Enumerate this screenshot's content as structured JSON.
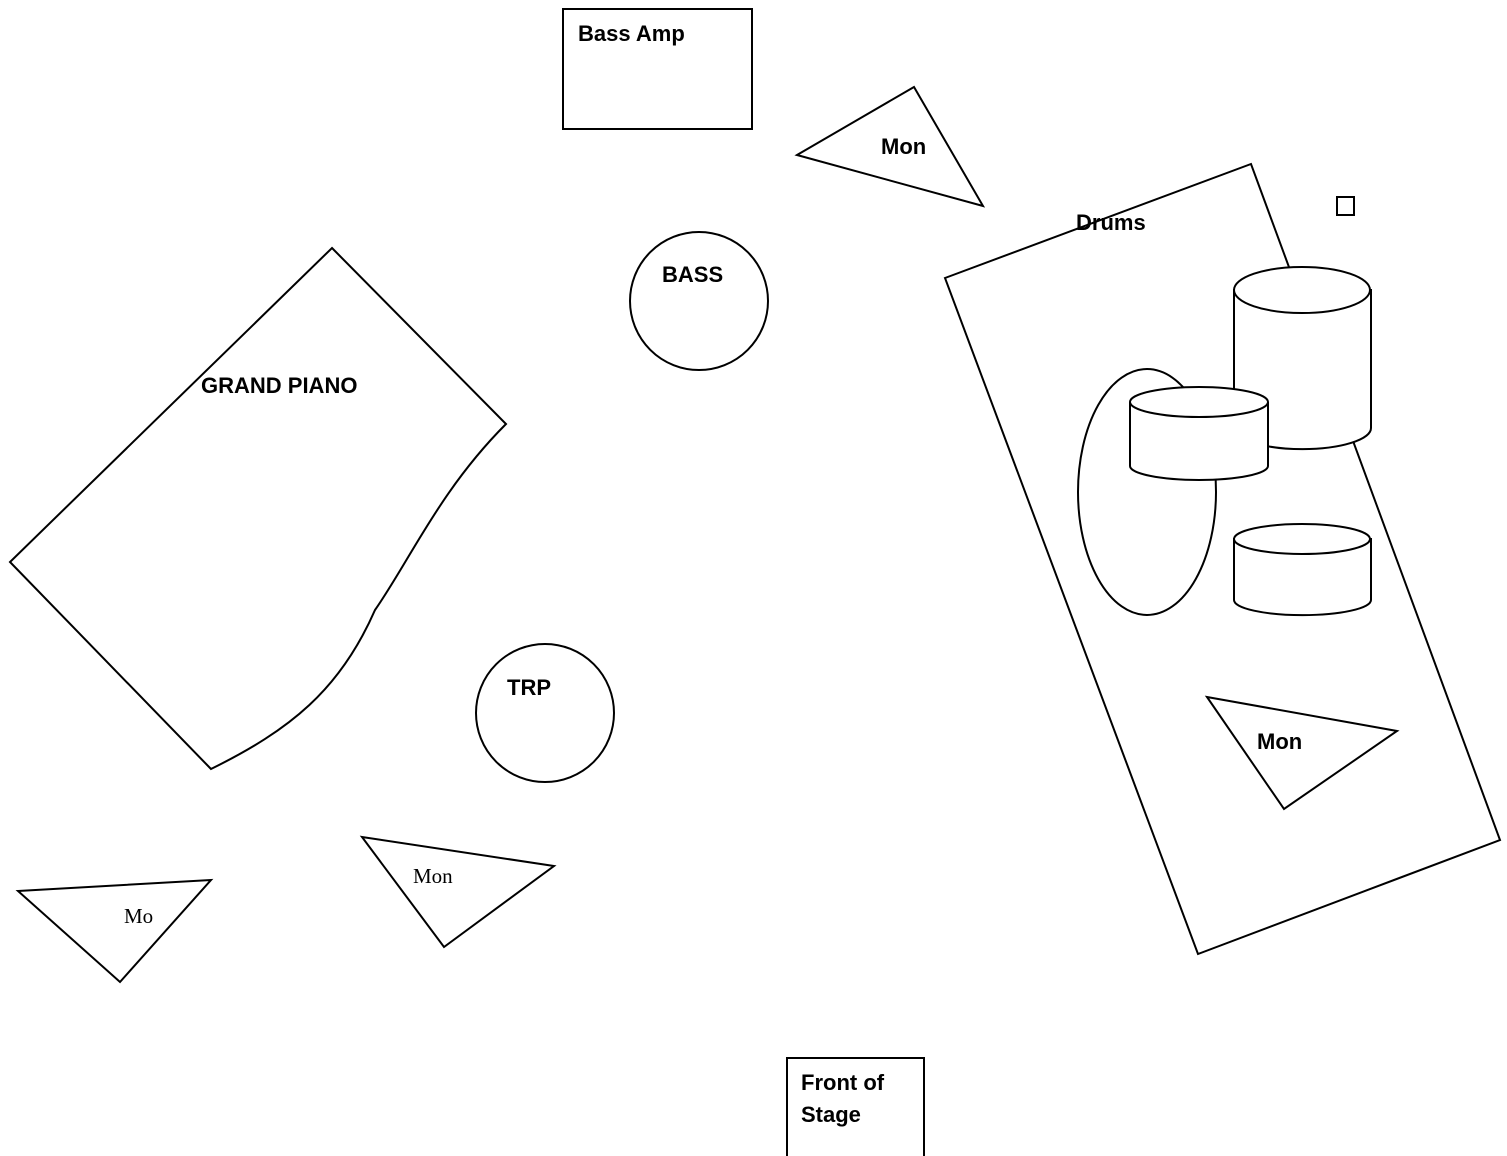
{
  "labels": {
    "bass_amp": "Bass Amp",
    "mon_top": "Mon",
    "drums": "Drums",
    "bass": "BASS",
    "grand_piano": "GRAND PIANO",
    "trp": "TRP",
    "mon_drums": "Mon",
    "mon_center": "Mon",
    "mon_left": "Mo",
    "front_of_stage_line1": "Front of",
    "front_of_stage_line2": "Stage"
  }
}
